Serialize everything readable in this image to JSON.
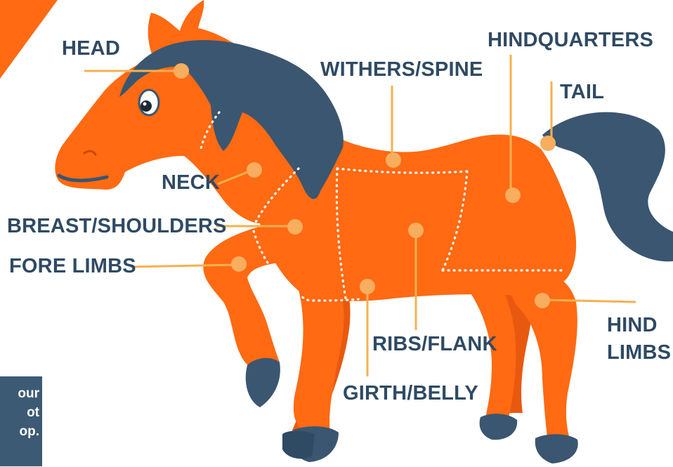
{
  "colors": {
    "body": "#ff6a13",
    "mane": "#3b5670",
    "marker": "#f8ad5f",
    "leader": "#f7b04f",
    "label_text": "#2f4a63",
    "note_box": "#3c5a73"
  },
  "labels": {
    "head": "HEAD",
    "withers_spine": "WITHERS/SPINE",
    "hindquarters": "HINDQUARTERS",
    "tail": "TAIL",
    "neck": "NECK",
    "breast_shoulders": "BREAST/SHOULDERS",
    "fore_limbs": "FORE LIMBS",
    "ribs_flank": "RIBS/FLANK",
    "girth_belly": "GIRTH/BELLY",
    "hind_limbs": [
      "HIND",
      "LIMBS"
    ]
  },
  "note": {
    "lines": [
      "our",
      "ot",
      "op."
    ]
  }
}
